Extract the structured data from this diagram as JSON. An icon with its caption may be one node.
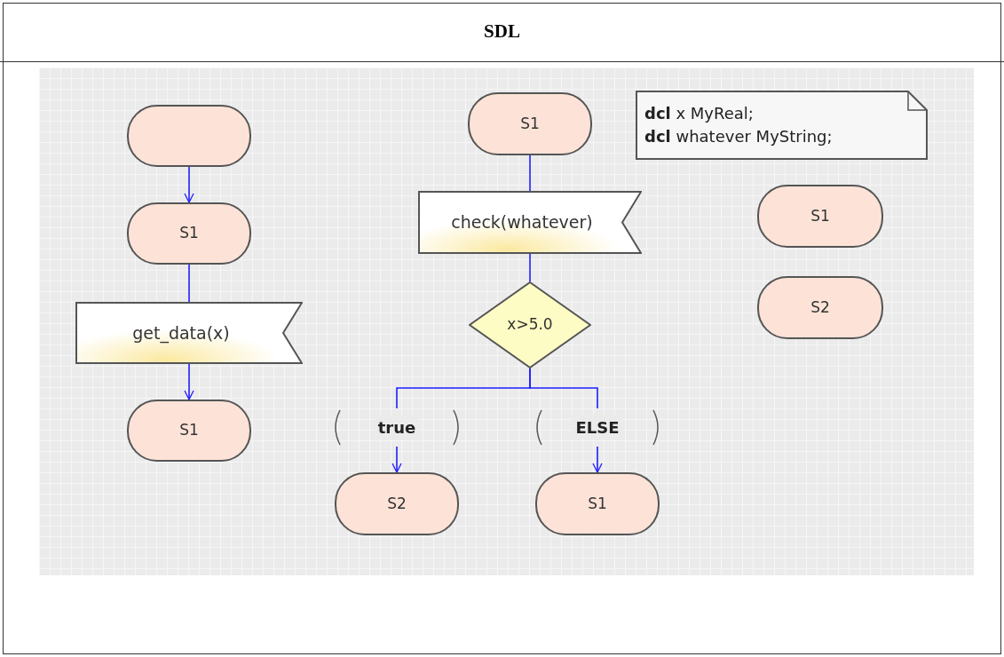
{
  "diagram": {
    "title": "SDL",
    "nodes": [
      {
        "text": [],
        "shape": "box"
      },
      {
        "text": [
          "S1"
        ]
      },
      {
        "text": [
          "get_data(x)"
        ]
      },
      {
        "text": [
          "S1"
        ]
      },
      {
        "text": [
          "S1"
        ]
      },
      {
        "text": [
          "check(whatever)"
        ]
      },
      {
        "text": [
          "x>5.0"
        ]
      },
      {
        "text": [
          "true"
        ]
      },
      {
        "text": [
          "ELSE"
        ]
      },
      {
        "text": [
          "S2"
        ]
      },
      {
        "text": [
          "S1"
        ]
      },
      {
        "text": [
          "**dcl** x MyReal;",
          "**dcl** whatever MyString;"
        ]
      },
      {
        "text": [
          "S1"
        ]
      },
      {
        "text": [
          "S2"
        ]
      }
    ],
    "edges": [
      {
        "from": 0,
        "to": 1,
        "arrow": "to"
      },
      {
        "from": 1,
        "to": 2,
        "arrow": "none"
      },
      {
        "from": 2,
        "to": 3,
        "arrow": "to"
      },
      {
        "from": 4,
        "to": 5,
        "arrow": "none"
      },
      {
        "from": 5,
        "to": 6,
        "arrow": "none"
      },
      {
        "from": 6,
        "to": 7,
        "arrow": "none"
      },
      {
        "from": 6,
        "to": 8,
        "arrow": "none"
      },
      {
        "from": 7,
        "to": 9,
        "arrow": "to"
      },
      {
        "from": 8,
        "to": 10,
        "arrow": "to"
      }
    ]
  }
}
